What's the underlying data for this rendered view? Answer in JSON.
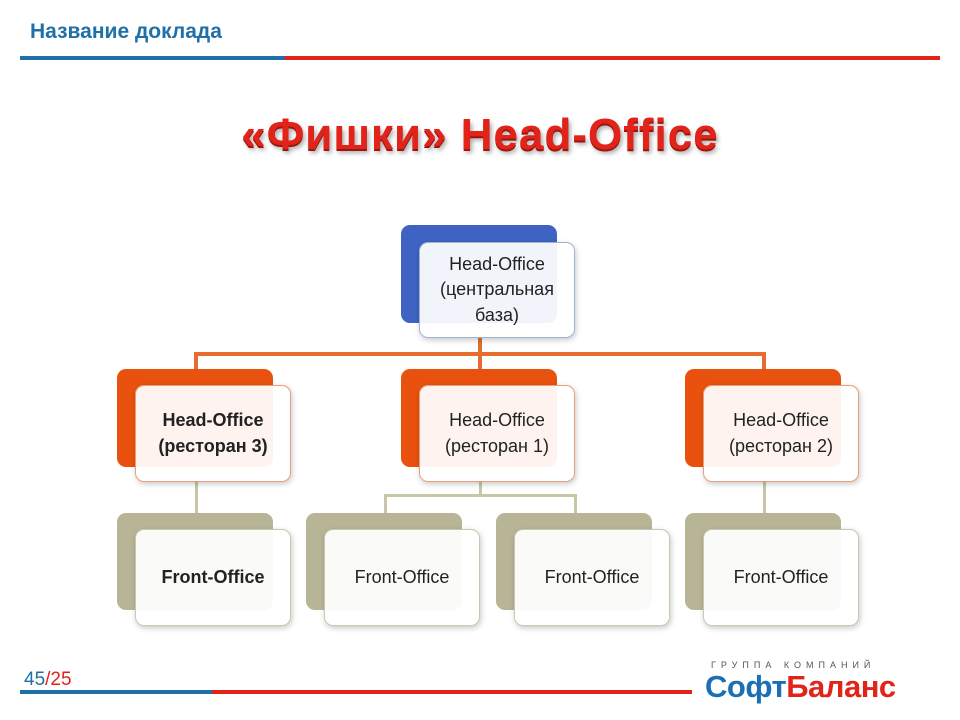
{
  "header": {
    "title": "Название доклада"
  },
  "slide": {
    "title": "«Фишки» Head-Office"
  },
  "diagram": {
    "root": {
      "label": "Head-Office\n(центральная\nбаза)"
    },
    "branches": [
      {
        "label": "Head-Office\n(ресторан 3)",
        "children": [
          "Front-Office"
        ]
      },
      {
        "label": "Head-Office\n(ресторан 1)",
        "children": [
          "Front-Office",
          "Front-Office"
        ]
      },
      {
        "label": "Head-Office\n(ресторан 2)",
        "children": [
          "Front-Office"
        ]
      }
    ]
  },
  "footer": {
    "page_current": "45",
    "separator": "/",
    "page_total": "25"
  },
  "logo": {
    "tagline": "ГРУППА КОМПАНИЙ",
    "part1": "Софт",
    "part2": "Баланс"
  },
  "colors": {
    "accent_blue": "#1f6fa8",
    "accent_red": "#e2231a",
    "root_box": "#3e63c3",
    "branch_box": "#e8520e",
    "leaf_box": "#b8b597",
    "root_connector": "#e46d2f",
    "leaf_connector": "#c8c6a6"
  }
}
